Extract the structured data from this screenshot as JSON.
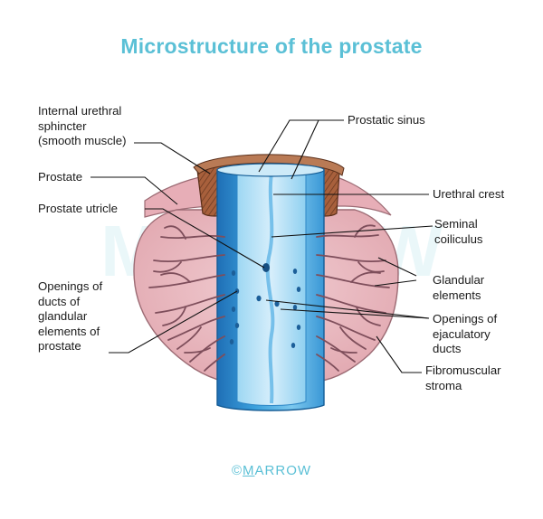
{
  "title": "Microstructure of the prostate",
  "labels": {
    "internal_sphincter": [
      "Internal urethral",
      "sphincter",
      "(smooth muscle)"
    ],
    "prostate": "Prostate",
    "prostate_utricle": "Prostate utricle",
    "openings_glandular": [
      "Openings of",
      "ducts of",
      "glandular",
      "elements of",
      "prostate"
    ],
    "prostatic_sinus": "Prostatic sinus",
    "urethral_crest": "Urethral crest",
    "seminal_colliculus": [
      "Seminal",
      "coiliculus"
    ],
    "glandular_elements": [
      "Glandular",
      "elements"
    ],
    "openings_ejaculatory": [
      "Openings of",
      "ejaculatory",
      "ducts"
    ],
    "fibromuscular_stroma": [
      "Fibromuscular",
      "stroma"
    ]
  },
  "watermark": {
    "symbol": "©",
    "initial": "M",
    "rest": "ARROW"
  },
  "colors": {
    "title": "#5bc0d6",
    "prostate_fill": "#e9b8bf",
    "sphincter_brown": "#a3603a",
    "urethra_blue": "#2f8fd0",
    "gland_lines": "#8a5a66"
  }
}
